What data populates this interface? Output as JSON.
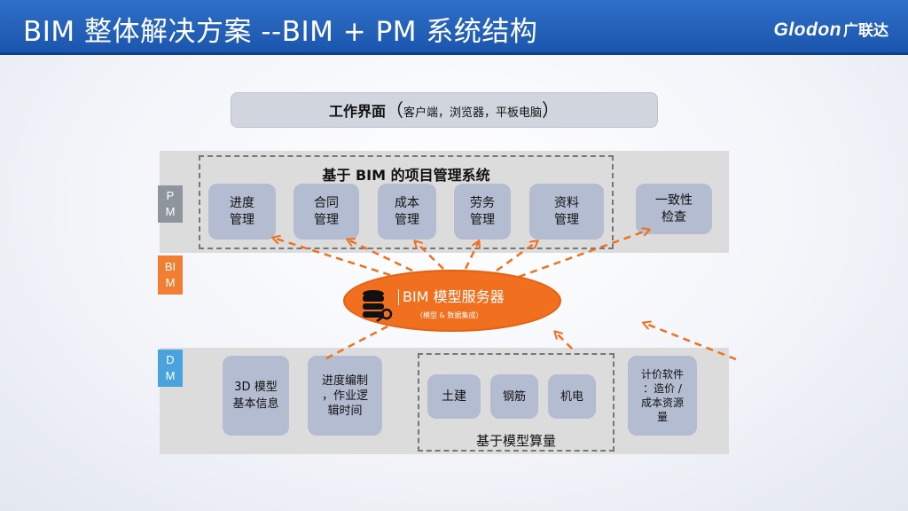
{
  "header": {
    "title": "BIM 整体解决方案 --BIM + PM  系统结构",
    "logo_en": "Glodon",
    "logo_cn": "广联达"
  },
  "top_bar": {
    "strong": "工作界面",
    "paren_open": "（",
    "sub": "客户端，浏览器，平板电脑",
    "paren_close": "）"
  },
  "tags": {
    "pm": [
      "P",
      "M"
    ],
    "bim": [
      "BI",
      "M"
    ],
    "dm": [
      "D",
      "M"
    ]
  },
  "pm_section": {
    "group_label": "基于 BIM 的项目管理系统",
    "modules": [
      "进度\n管理",
      "合同\n管理",
      "成本\n管理",
      "劳务\n管理",
      "资料\n管理"
    ],
    "extra": "一致性\n检查"
  },
  "server": {
    "label": "BIM 模型服务器",
    "sub": "（模型 & 数据集成）",
    "icon": "database-key-icon"
  },
  "dm_section": {
    "boxes": [
      "3D 模型\n基本信息",
      "进度编制\n，作业逻\n辑时间"
    ],
    "group_label": "基于模型算量",
    "group_items": [
      "土建",
      "钢筋",
      "机电"
    ],
    "extra": "计价软件\n：造价 /\n成本资源\n量"
  },
  "colors": {
    "header": "#1b56ad",
    "accent": "#f07020",
    "box": "#b3bcd0",
    "band": "#dcdcdc",
    "pm_tag": "#8f959c",
    "bim_tag": "#f07f34",
    "dm_tag": "#4aa3dd"
  }
}
